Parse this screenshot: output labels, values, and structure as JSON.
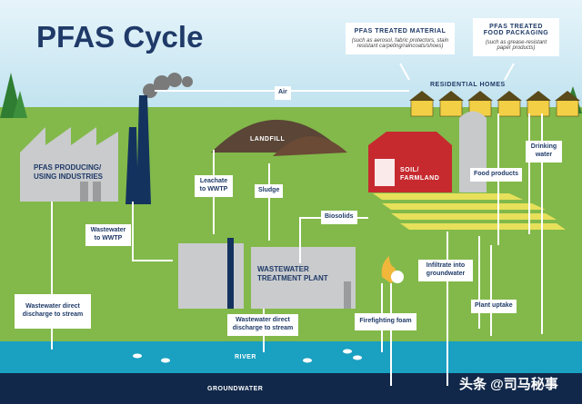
{
  "title": "PFAS Cycle",
  "cards": {
    "material": {
      "title": "PFAS TREATED MATERIAL",
      "desc": "(such as aerosol, fabric protectors, stain resistant carpeting/raincoats/shoes)"
    },
    "packaging": {
      "title": "PFAS TREATED FOOD PACKAGING",
      "desc": "(such as grease-resistant paper products)"
    }
  },
  "places": {
    "homes": "RESIDENTIAL HOMES",
    "industries": "PFAS PRODUCING/ USING INDUSTRIES",
    "landfill": "LANDFILL",
    "farmland": "SOIL/ FARMLAND",
    "wwtp": "WASTEWATER TREATMENT PLANT",
    "river": "RIVER",
    "groundwater": "GROUNDWATER"
  },
  "flows": {
    "air": "Air",
    "leachate": "Leachate to WWTP",
    "sludge": "Sludge",
    "wastewater_to_wwtp": "Wastewater to WWTP",
    "biosolids": "Biosolids",
    "food_products": "Food products",
    "drinking_water": "Drinking water",
    "infiltrate": "Infiltrate into groundwater",
    "plant_uptake": "Plant uptake",
    "discharge_left": "Wastewater direct discharge to stream",
    "discharge_mid": "Wastewater direct discharge to stream",
    "firefighting": "Firefighting foam"
  },
  "watermark": "头条 @司马秘事"
}
